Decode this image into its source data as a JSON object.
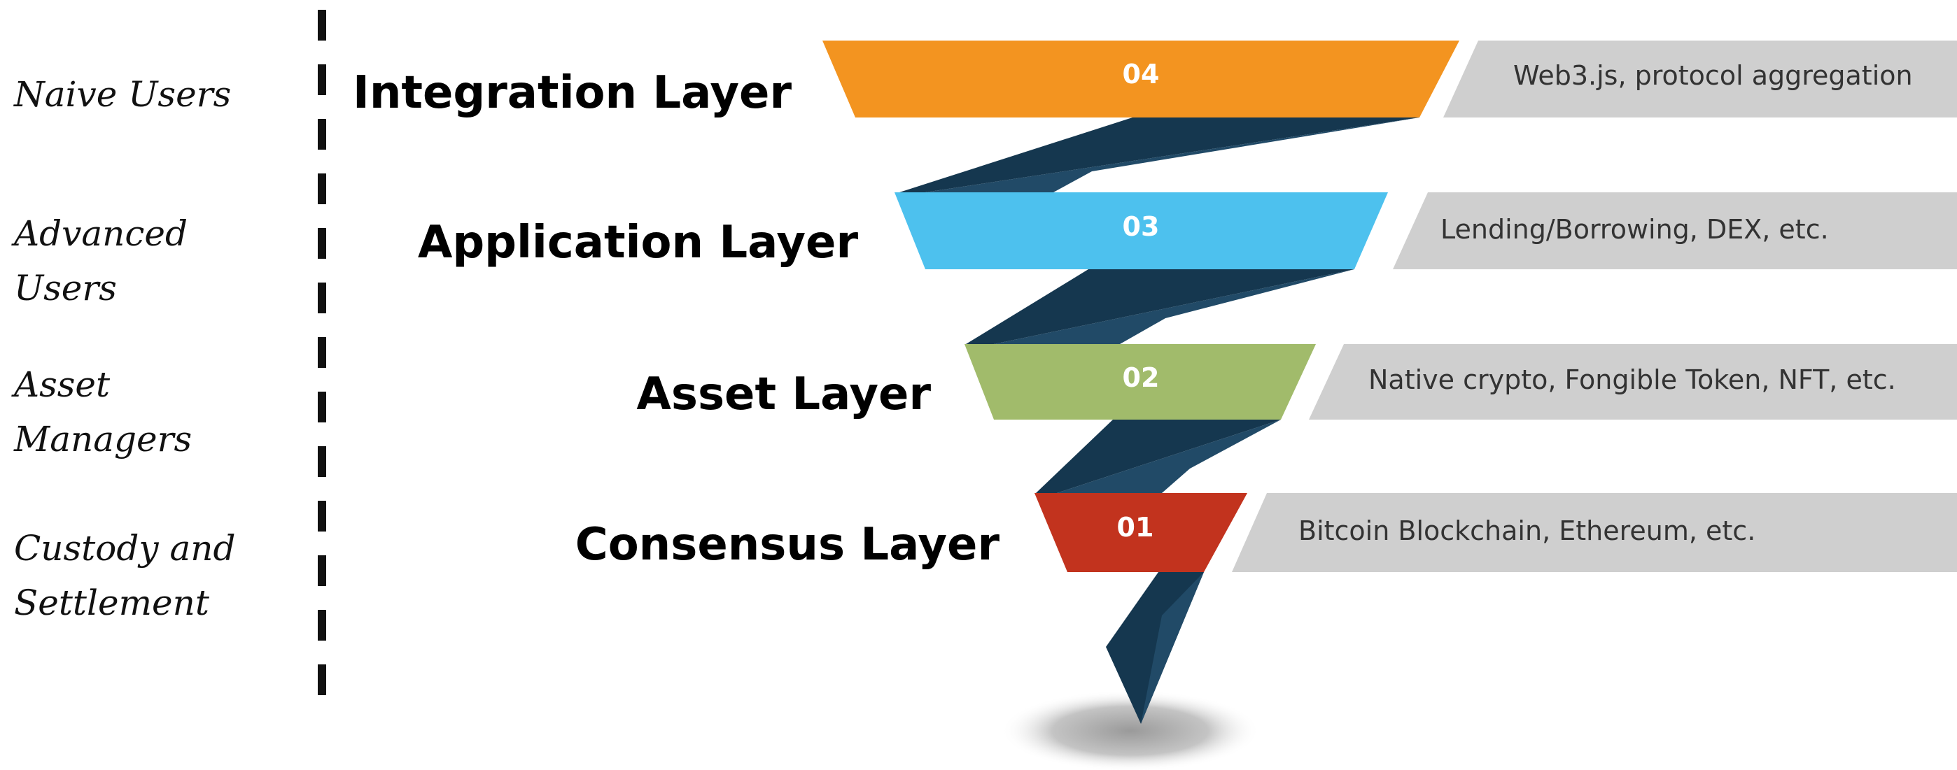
{
  "roles": [
    {
      "label": "Naive Users"
    },
    {
      "label": "Advanced Users"
    },
    {
      "label": "Asset Managers"
    },
    {
      "label": "Custody and Settlement"
    }
  ],
  "layers": [
    {
      "number": "04",
      "name": "Integration Layer",
      "description": "Web3.js, protocol aggregation",
      "color": "#f39420"
    },
    {
      "number": "03",
      "name": "Application Layer",
      "description": "Lending/Borrowing, DEX, etc.",
      "color": "#4dc1ee"
    },
    {
      "number": "02",
      "name": "Asset Layer",
      "description": "Native crypto, Fongible Token, NFT, etc.",
      "color": "#a1bb6b"
    },
    {
      "number": "01",
      "name": "Consensus Layer",
      "description": "Bitcoin Blockchain, Ethereum, etc.",
      "color": "#c2331e"
    }
  ],
  "colors": {
    "ribbon_dark": "#15374f",
    "ribbon_mid": "#214a67",
    "ribbon_light": "#3a6583",
    "description_panel": "#cfcfcf",
    "separator": "#111111"
  }
}
